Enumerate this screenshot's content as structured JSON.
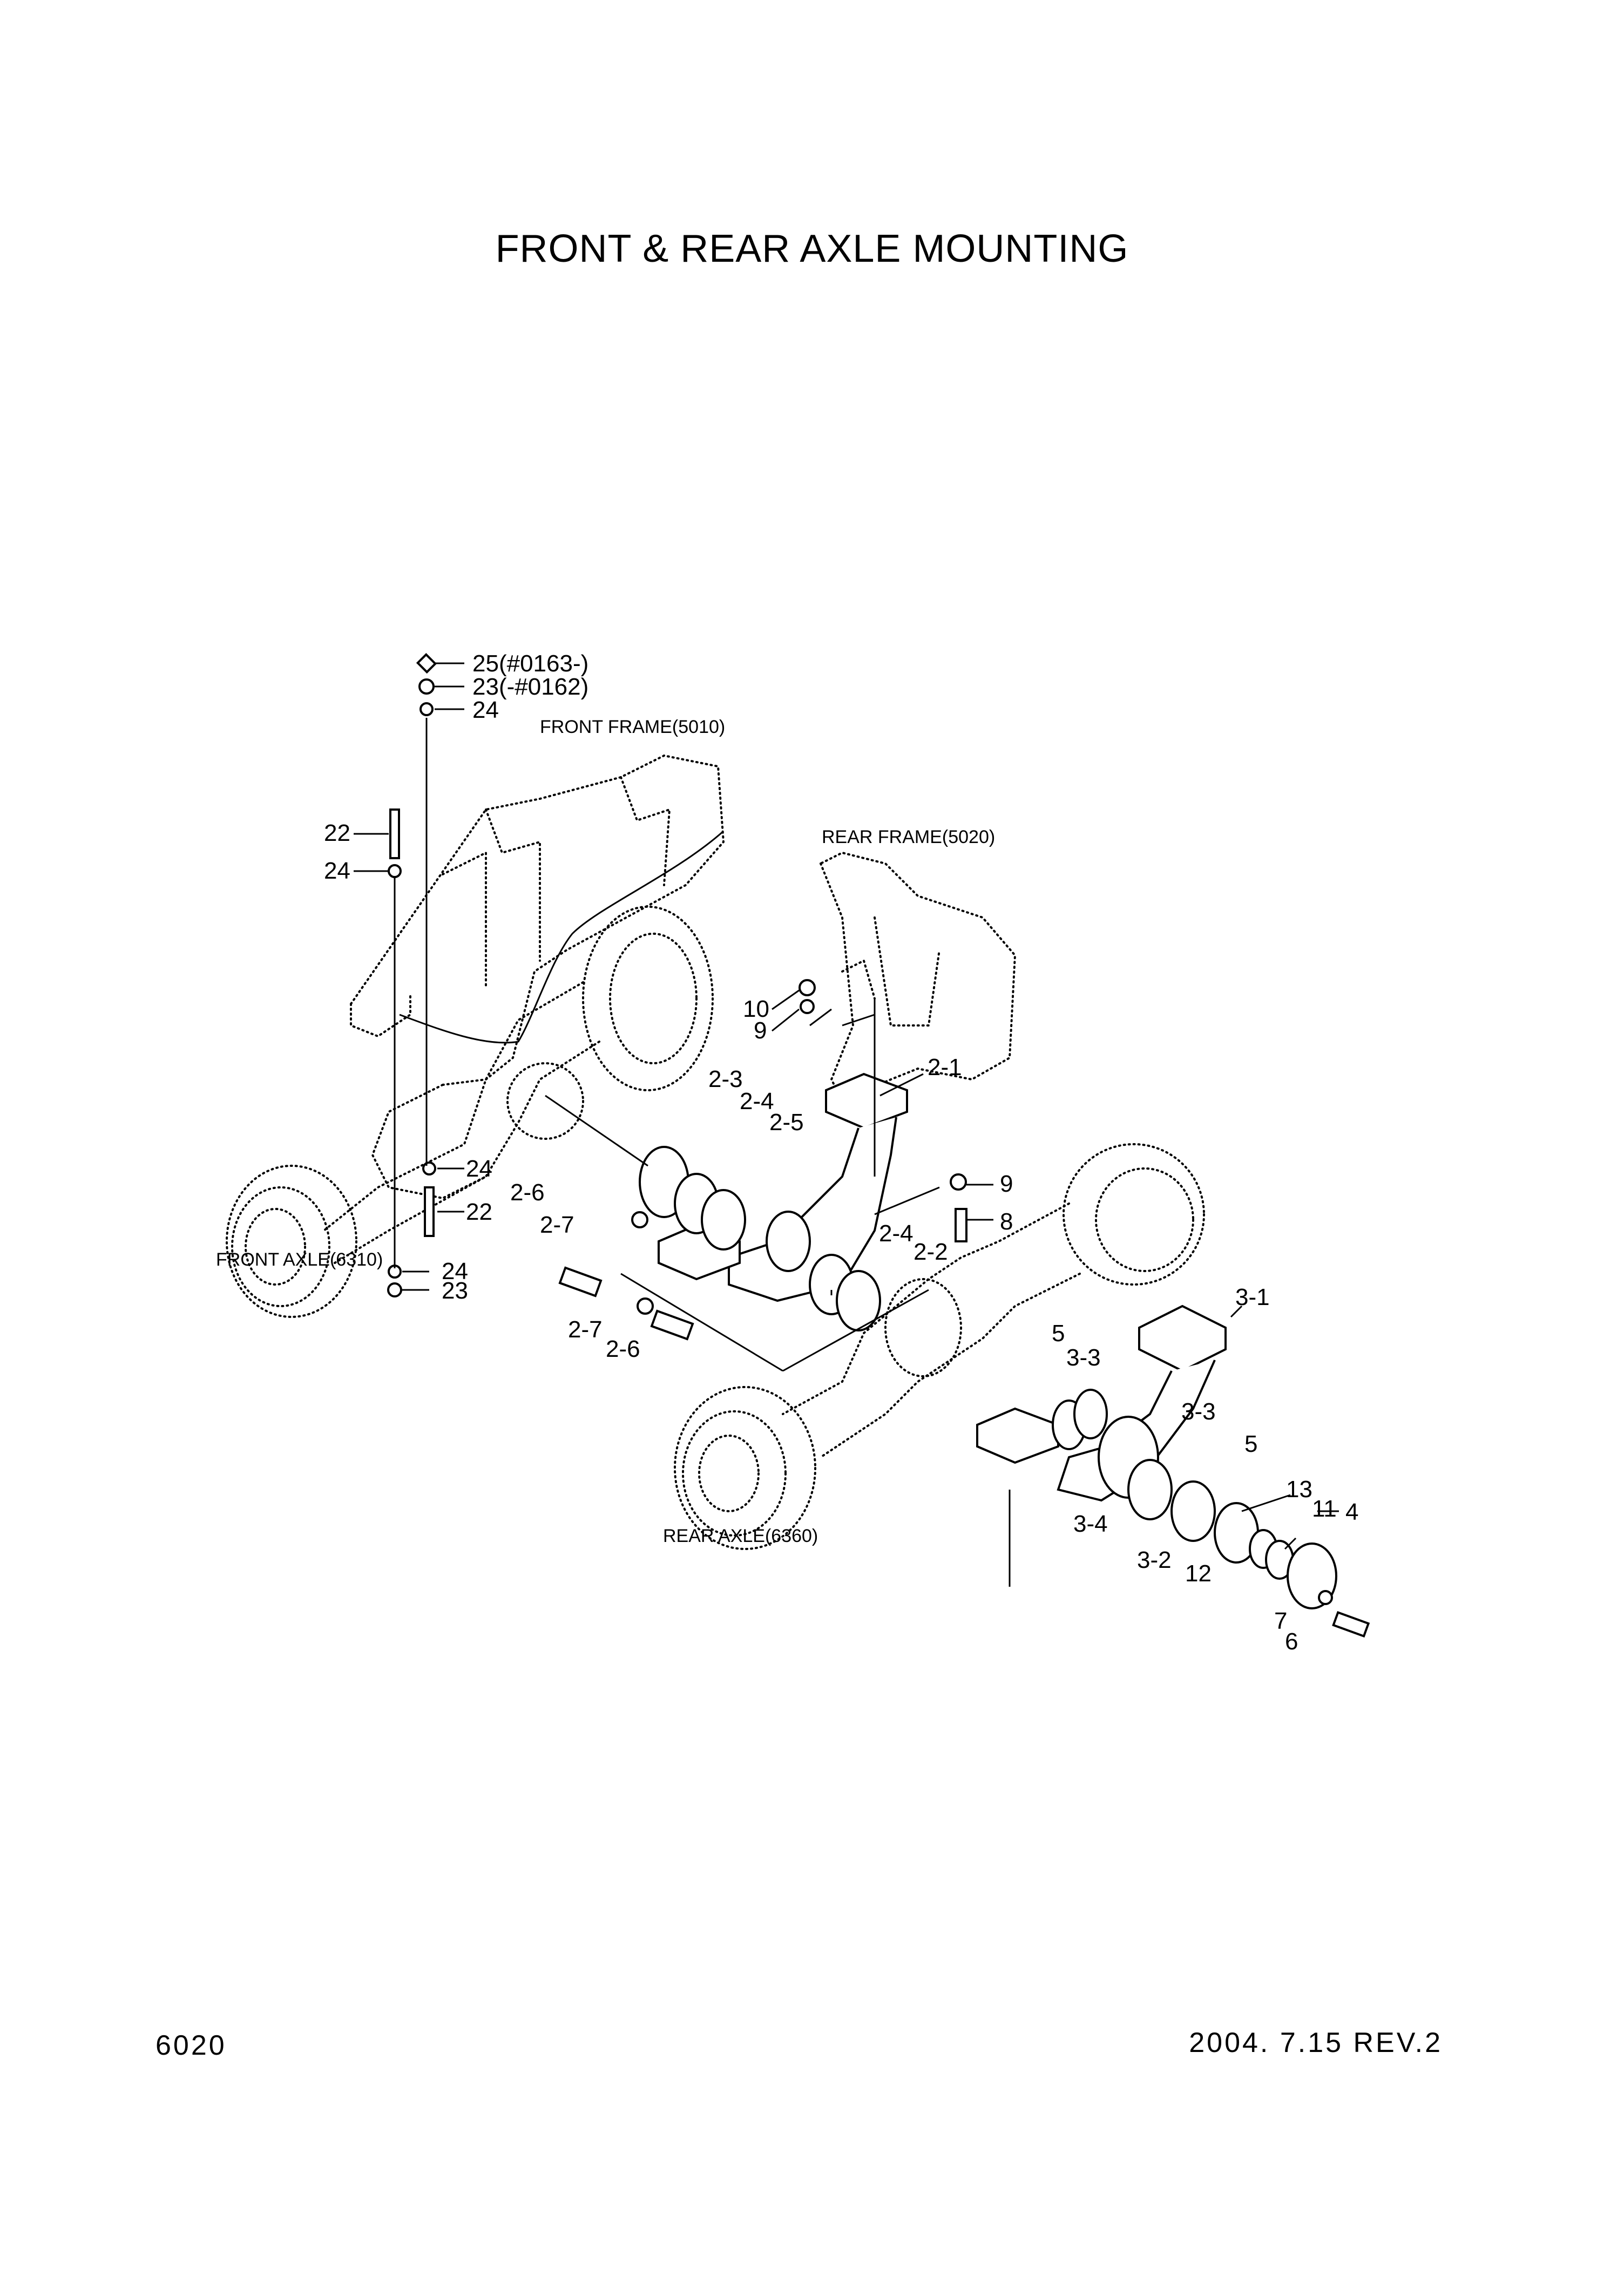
{
  "title": "FRONT & REAR AXLE MOUNTING",
  "footer": {
    "page_number": "6020",
    "revision": "2004. 7.15  REV.2"
  },
  "reference_labels": {
    "front_frame": "FRONT FRAME(5010)",
    "rear_frame": "REAR FRAME(5020)",
    "front_axle": "FRONT AXLE(6310)",
    "rear_axle": "REAR AXLE(6360)"
  },
  "callouts": [
    "25(#0163-)",
    "23(-#0162)",
    "24",
    "22",
    "24",
    "10",
    "9",
    "2-1",
    "2-3",
    "2-4",
    "2-5",
    "9",
    "8",
    "24",
    "2-6",
    "22",
    "2-7",
    "2-4",
    "2-2",
    "24",
    "23",
    "2-7",
    "2-6",
    "3-1",
    "5",
    "3-3",
    "3-3",
    "5",
    "13",
    "11",
    "4",
    "3-4",
    "3-2",
    "12",
    "7",
    "6"
  ]
}
